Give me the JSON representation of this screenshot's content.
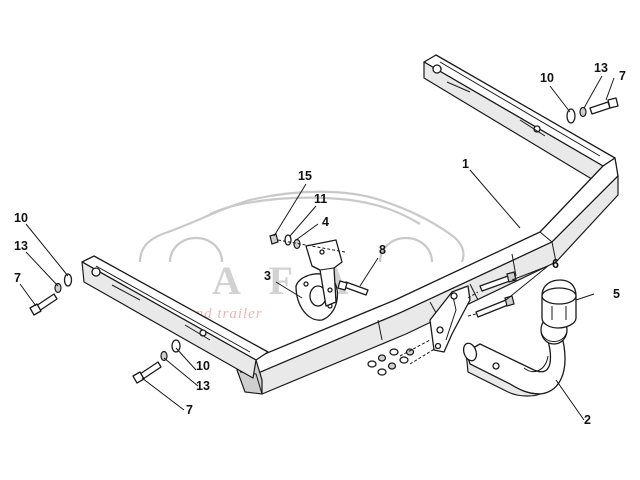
{
  "diagram": {
    "callouts": [
      {
        "id": "c1",
        "label": "1"
      },
      {
        "id": "c2",
        "label": "2"
      },
      {
        "id": "c3",
        "label": "3"
      },
      {
        "id": "c4",
        "label": "4"
      },
      {
        "id": "c5",
        "label": "5"
      },
      {
        "id": "c6",
        "label": "6"
      },
      {
        "id": "c7a",
        "label": "7"
      },
      {
        "id": "c7b",
        "label": "7"
      },
      {
        "id": "c7c",
        "label": "7"
      },
      {
        "id": "c8",
        "label": "8"
      },
      {
        "id": "c10a",
        "label": "10"
      },
      {
        "id": "c10b",
        "label": "10"
      },
      {
        "id": "c10c",
        "label": "10"
      },
      {
        "id": "c11",
        "label": "11"
      },
      {
        "id": "c13a",
        "label": "13"
      },
      {
        "id": "c13b",
        "label": "13"
      },
      {
        "id": "c13c",
        "label": "13"
      },
      {
        "id": "c15",
        "label": "15"
      }
    ],
    "watermark": {
      "logo_text": "A F A",
      "tagline": "pack and trailer"
    }
  }
}
